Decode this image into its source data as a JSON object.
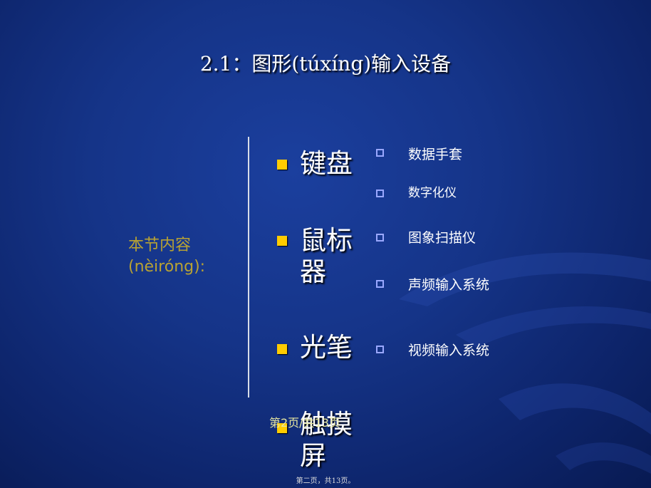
{
  "title": "2.1：图形(túxíng)输入设备",
  "side_label": "本节内容(nèiróng):",
  "main_items": [
    "键盘",
    "鼠标器",
    "光笔",
    "触摸屏"
  ],
  "sub_items": [
    "数据手套",
    "数字化仪",
    "图象扫描仪",
    "声频输入系统",
    "视频输入系统"
  ],
  "footer_page": "第2页/共13页",
  "footer_small": "第二页，共13页。",
  "colors": {
    "background": "#153488",
    "bullet": "#ffcc00",
    "side_label": "#b8a233",
    "hollow_bullet": "#9aa8ff"
  }
}
